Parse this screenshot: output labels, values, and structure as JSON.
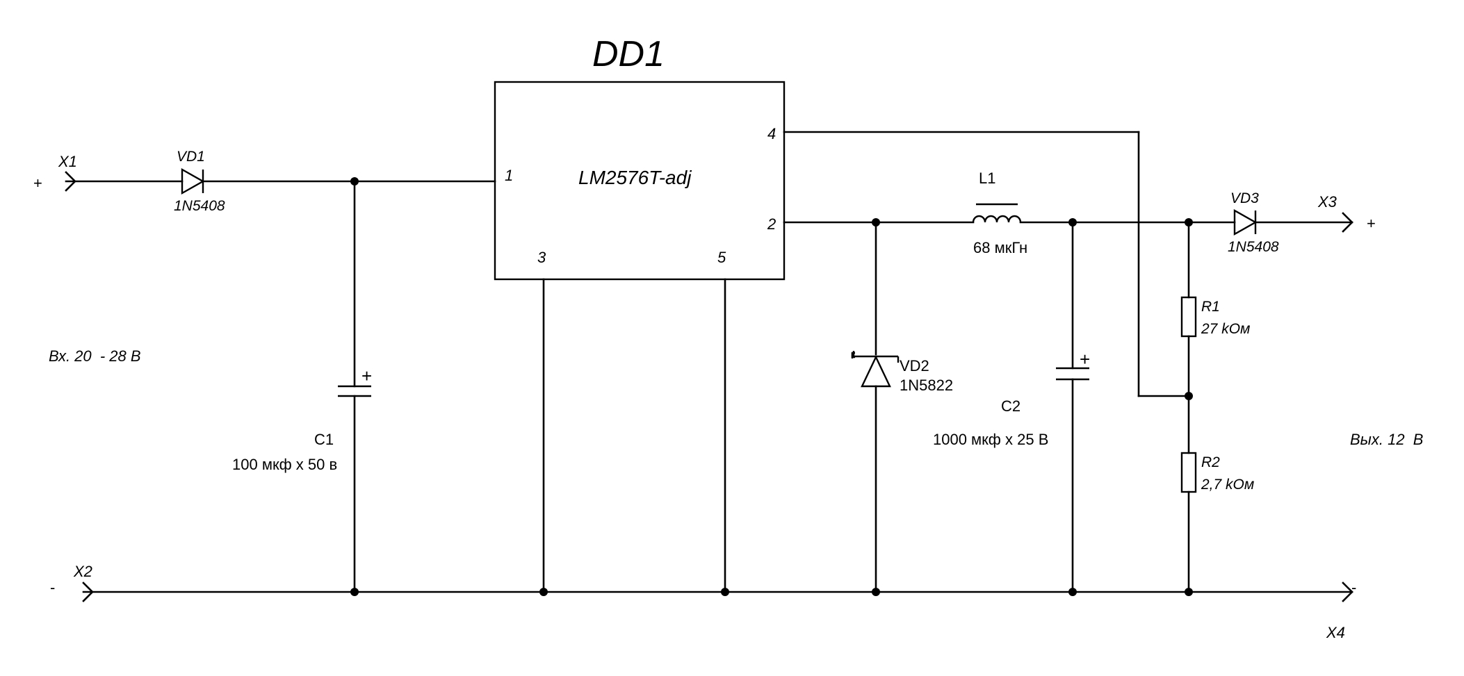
{
  "title": "DD1",
  "chip": {
    "part": "LM2576T-adj",
    "pins": {
      "p1": "1",
      "p2": "2",
      "p3": "3",
      "p4": "4",
      "p5": "5"
    }
  },
  "connectors": {
    "x1": {
      "label": "X1",
      "sign": "+"
    },
    "x2": {
      "label": "X2",
      "sign": "-"
    },
    "x3": {
      "label": "X3",
      "sign": "+"
    },
    "x4": {
      "label": "X4",
      "sign": "-"
    }
  },
  "input_label": "Вх. 20  - 28 В",
  "output_label": "Вых. 12  В",
  "components": {
    "vd1": {
      "ref": "VD1",
      "value": "1N5408"
    },
    "vd2": {
      "ref": "VD2",
      "value": "1N5822"
    },
    "vd3": {
      "ref": "VD3",
      "value": "1N5408"
    },
    "c1": {
      "ref": "C1",
      "value": "100 мкф х 50 в",
      "polarity": "+"
    },
    "c2": {
      "ref": "C2",
      "value": "1000 мкф х 25 В",
      "polarity": "+"
    },
    "l1": {
      "ref": "L1",
      "value": "68 мкГн"
    },
    "r1": {
      "ref": "R1",
      "value": "27 kОм"
    },
    "r2": {
      "ref": "R2",
      "value": "2,7 kОм"
    }
  }
}
